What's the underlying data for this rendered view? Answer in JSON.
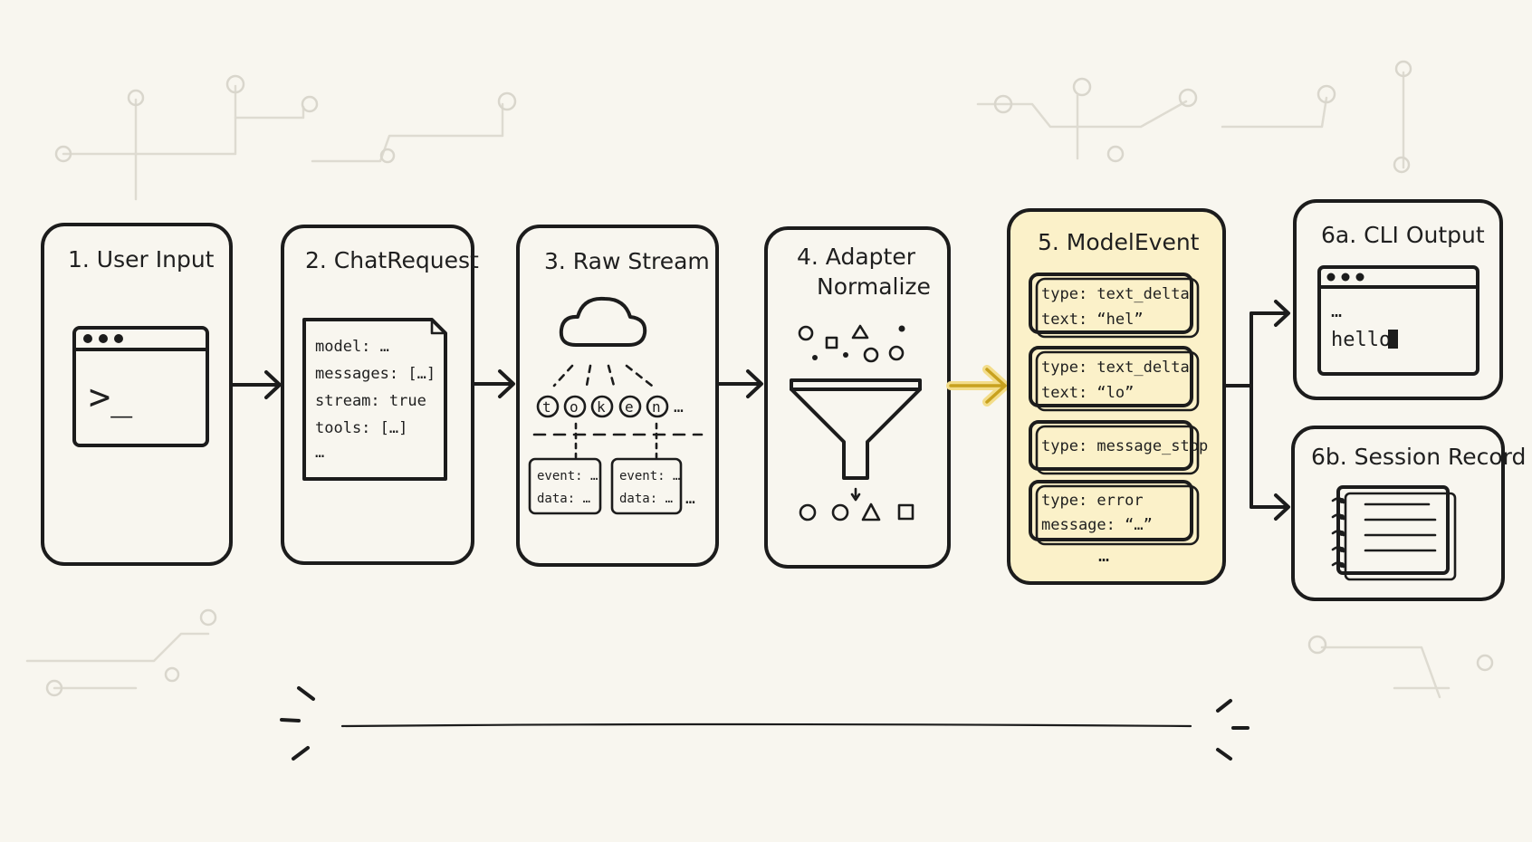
{
  "colors": {
    "background": "#f8f6ef",
    "ink": "#1c1c1c",
    "highlight_fill": "#fbf1c9",
    "highlight_border": "#e8c958",
    "highlight_arrow": "#e6c13a",
    "circuit": "#dedbd1"
  },
  "steps": {
    "user_input": {
      "title": "1. User Input",
      "icon": "terminal-window-icon",
      "prompt": ">_"
    },
    "chat_request": {
      "title": "2. ChatRequest",
      "lines": [
        "model: …",
        "messages: […]",
        "stream: true",
        "tools: […]",
        "…"
      ]
    },
    "raw_stream": {
      "title": "3. Raw Stream",
      "tokens": [
        "t",
        "o",
        "k",
        "e",
        "n"
      ],
      "token_more": "…",
      "sse_frames": [
        {
          "event": "event: …",
          "data": "data: …"
        },
        {
          "event": "event: …",
          "data": "data: …"
        }
      ],
      "frame_more": "…"
    },
    "adapter": {
      "title_line1": "4. Adapter",
      "title_line2": "Normalize",
      "icon": "funnel-icon"
    },
    "model_event": {
      "title": "5. ModelEvent",
      "events": [
        {
          "line1": "type: text_delta",
          "line2": "text: “hel”"
        },
        {
          "line1": "type: text_delta",
          "line2": "text: “lo”"
        },
        {
          "line1": "type: message_stop",
          "line2": ""
        },
        {
          "line1": "type: error",
          "line2": "message: “…”"
        }
      ],
      "more": "…"
    },
    "cli_output": {
      "title": "6a. CLI Output",
      "line1": "…",
      "line2": "hello"
    },
    "session_record": {
      "title": "6b. Session Record",
      "icon": "notebook-icon"
    }
  }
}
